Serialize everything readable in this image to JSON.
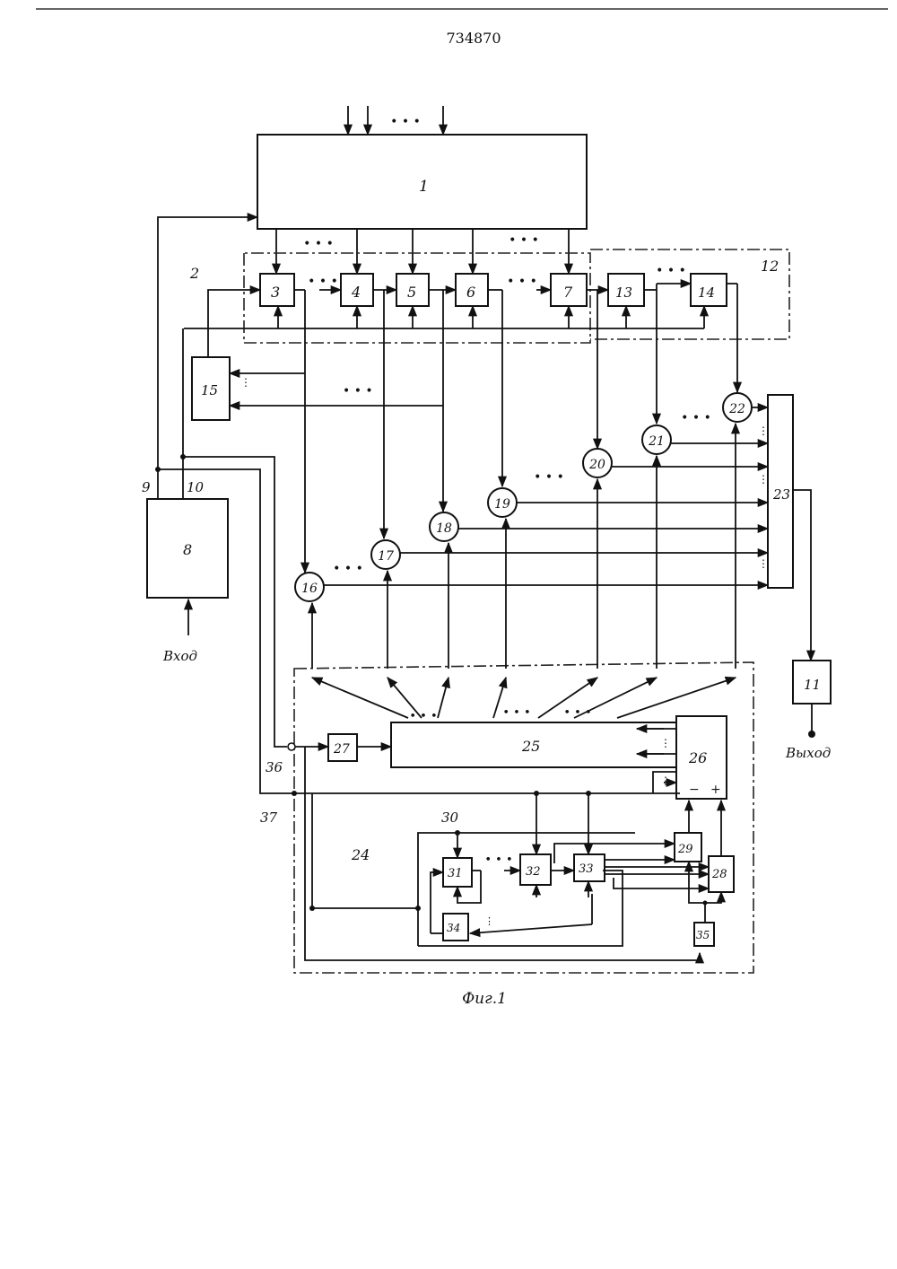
{
  "doc_number": "734870",
  "caption": "Фиг.1",
  "input_label": "Вход",
  "output_label": "Выход",
  "signs": {
    "minus": "−",
    "plus": "+"
  },
  "ellipsis": "• • •",
  "blocks": {
    "b1": "1",
    "b3": "3",
    "b4": "4",
    "b5": "5",
    "b6": "6",
    "b7": "7",
    "b8": "8",
    "b11": "11",
    "b13": "13",
    "b14": "14",
    "b15": "15",
    "b23": "23",
    "b25": "25",
    "b26": "26",
    "b27": "27",
    "b28": "28",
    "b29": "29",
    "b31": "31",
    "b32": "32",
    "b33": "33",
    "b34": "34",
    "b35": "35"
  },
  "circles": {
    "c16": "16",
    "c17": "17",
    "c18": "18",
    "c19": "19",
    "c20": "20",
    "c21": "21",
    "c22": "22"
  },
  "labels": {
    "l2": "2",
    "l9": "9",
    "l10": "10",
    "l12": "12",
    "l24": "24",
    "l30": "30",
    "l36": "36",
    "l37": "37"
  }
}
